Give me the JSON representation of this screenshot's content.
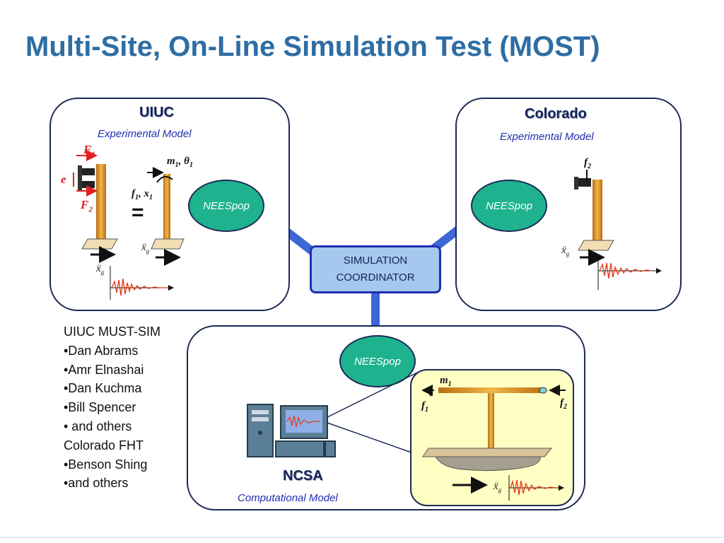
{
  "title": "Multi-Site, On-Line Simulation Test (MOST)",
  "sites": {
    "uiuc": {
      "name": "UIUC",
      "model": "Experimental Model"
    },
    "colorado": {
      "name": "Colorado",
      "model": "Experimental Model"
    },
    "ncsa": {
      "name": "NCSA",
      "model": "Computational Model"
    }
  },
  "nodes": {
    "neespop_label": "NEESpop",
    "coordinator_line1": "SIMULATION",
    "coordinator_line2": "COORDINATOR"
  },
  "people": [
    "UIUC MUST-SIM",
    "•Dan Abrams",
    "•Amr Elnashai",
    "•Dan Kuchma",
    "•Bill Spencer",
    "• and others",
    "Colorado FHT",
    "•Benson Shing",
    "•and others"
  ],
  "symbols": {
    "F1": "F1",
    "F2": "F2",
    "e": "e",
    "m1_theta1": "m1, θ1",
    "f1_x1": "f1, x1",
    "equals": "=",
    "f2": "f2",
    "m1": "m1",
    "f1": "f1",
    "ground_accel": "ẍg"
  },
  "colors": {
    "title": "#2e6da4",
    "neespop": "#1fb28f",
    "connector": "#3d66d6",
    "coordinator_fill": "#a6c8ee",
    "column": "#d99a2b",
    "signal": "#e03a1a"
  }
}
